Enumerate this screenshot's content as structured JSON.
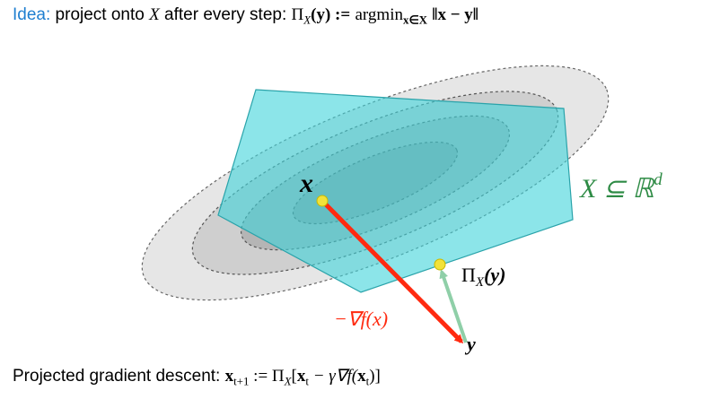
{
  "idea_line": {
    "keyword": "Idea:",
    "text": "project onto",
    "set_symbol": "X",
    "text_after": "after every step:",
    "proj_symbol": "Π",
    "proj_sub": "X",
    "arg": "(y) :=",
    "argmin": "argmin",
    "argmin_sub": "x∈X",
    "norm": "‖x − y‖"
  },
  "diagram": {
    "point_x_label": "x",
    "point_y_label": "y",
    "gradient_label": "−∇f(x)",
    "projection_label": "Π",
    "projection_sub": "X",
    "projection_arg": "(y)",
    "set_label": "X ⊆ ℝ",
    "set_label_sup": "d"
  },
  "bottom_line": {
    "text": "Projected gradient descent:",
    "lhs": "x",
    "lhs_sub": "t+1",
    "assign": ":=",
    "proj": "Π",
    "proj_sub": "X",
    "bracket_open": "[",
    "x": "x",
    "x_sub": "t",
    "minus": " − γ∇f(",
    "inner_x": "x",
    "inner_sub": "t",
    "close": ")]"
  },
  "colors": {
    "keyword_blue": "#1f7fd0",
    "set_fill": "#3fd3db",
    "set_label_green": "#2e8b45",
    "gradient_red": "#ff2a10",
    "projection_green": "#8fcfa8",
    "point_yellow": "#f2e23a",
    "contour_gray": "#bdbdbd"
  }
}
